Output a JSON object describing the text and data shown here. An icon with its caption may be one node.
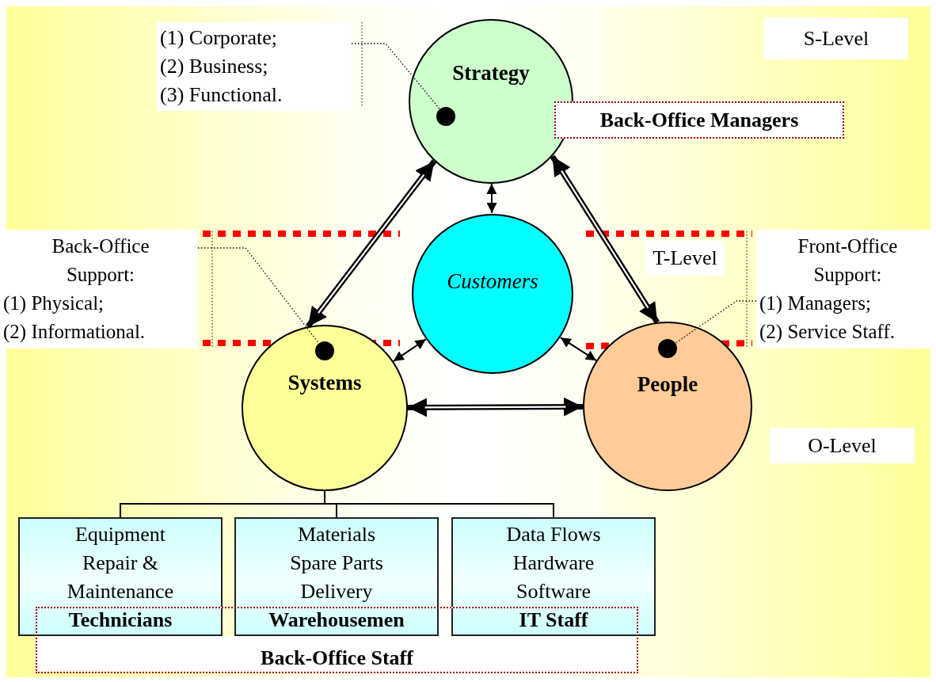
{
  "diagram": {
    "nodes": [
      {
        "text": [
          "(1) Corporate;",
          "(2) Business;",
          "(3) Functional."
        ]
      },
      {
        "text": [
          "Strategy"
        ]
      },
      {
        "text": [],
        "shape": "circle",
        "in": 1
      },
      {
        "text": [
          "S-Level"
        ]
      },
      {
        "text": [
          "Back-Office Managers"
        ]
      },
      {
        "text": [
          "Back-Office Support:",
          "(1) Physical;",
          "(2) Informational."
        ]
      },
      {
        "text": [
          "Customers"
        ]
      },
      {
        "text": [
          "T-Level"
        ]
      },
      {
        "text": [
          "Front-Office Support:",
          "(1) Managers;",
          "(2) Service Staff."
        ]
      },
      {
        "text": [
          "Systems"
        ]
      },
      {
        "text": [],
        "shape": "circle",
        "in": 9
      },
      {
        "text": [
          "People"
        ]
      },
      {
        "text": [],
        "shape": "circle",
        "in": 11
      },
      {
        "text": [
          "O-Level"
        ]
      },
      {
        "text": [
          "Equipment Repair & Maintenance",
          "Technicians"
        ]
      },
      {
        "text": [
          "Materials Spare Parts Delivery",
          "Warehousemen"
        ]
      },
      {
        "text": [
          "Data Flows Hardware Software",
          "IT Staff"
        ]
      },
      {
        "text": [
          "Back-Office Staff"
        ]
      }
    ],
    "edges": [
      {
        "from": 1,
        "to": 9,
        "arrow": "both",
        "style": "thick"
      },
      {
        "from": 1,
        "to": 11,
        "arrow": "both",
        "style": "thick"
      },
      {
        "from": 9,
        "to": 11,
        "arrow": "both",
        "style": "thick"
      },
      {
        "from": 6,
        "to": 1,
        "arrow": "both"
      },
      {
        "from": 6,
        "to": 9,
        "arrow": "both"
      },
      {
        "from": 6,
        "to": 11,
        "arrow": "both"
      },
      {
        "from": 9,
        "to": 14,
        "arrow": "none"
      },
      {
        "from": 9,
        "to": 15,
        "arrow": "none"
      },
      {
        "from": 9,
        "to": 16,
        "arrow": "none"
      },
      {
        "from": 0,
        "to": 2,
        "arrow": "none",
        "style": "dashed"
      },
      {
        "from": 5,
        "to": 10,
        "arrow": "none",
        "style": "dashed"
      },
      {
        "from": 8,
        "to": 12,
        "arrow": "none",
        "style": "dashed"
      }
    ]
  }
}
